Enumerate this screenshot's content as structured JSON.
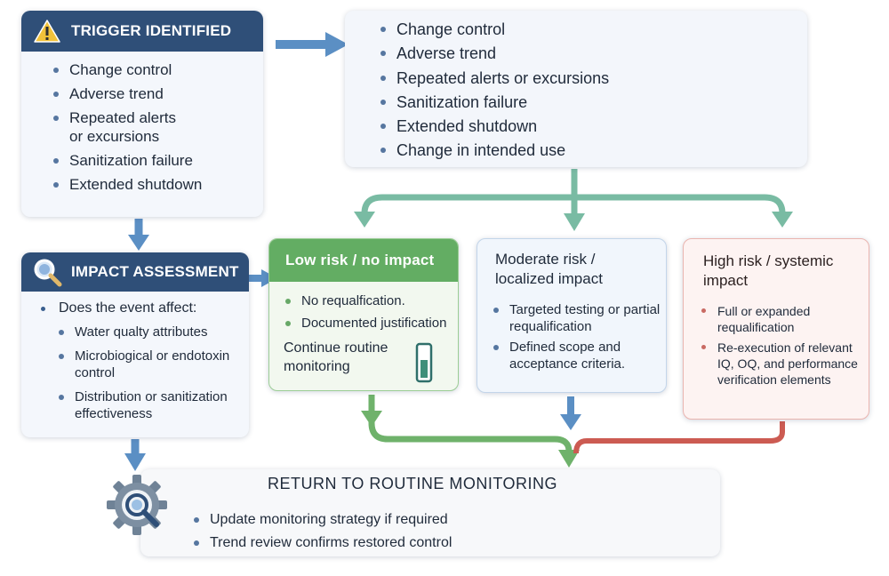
{
  "trigger": {
    "title": "TRIGGER IDENTIFIED",
    "icon": "warning-icon",
    "items": [
      "Change control",
      "Adverse trend",
      "Repeated alerts or excursions",
      "Sanitization failure",
      "Extended shutdown"
    ]
  },
  "trigger_list": {
    "items": [
      "Change control",
      "Adverse trend",
      "Repeated alerts or excursions",
      "Sanitization failure",
      "Extended shutdown",
      "Change in intended use"
    ]
  },
  "impact": {
    "title": "IMPACT ASSESSMENT",
    "icon": "magnifier-icon",
    "lead": "Does the event affect:",
    "items": [
      "Water qualty attributes",
      "Microbiogical or endotoxin control",
      "Distribution or sanitization effectiveness"
    ]
  },
  "low": {
    "title": "Low risk / no impact",
    "items": [
      "No requalfication.",
      "Documented justification"
    ],
    "continue": "Continue routine monitoring",
    "icon": "gauge-icon"
  },
  "moderate": {
    "title": "Moderate risk / localized impact",
    "items": [
      "Targeted testing or partial requalification",
      "Defined scope and acceptance criteria."
    ]
  },
  "high": {
    "title": "High risk / systemic impact",
    "items": [
      "Full or expanded requalification",
      "Re-execution of relevant IQ, OQ, and performance verification elements"
    ]
  },
  "return": {
    "title": "RETURN TO ROUTINE MONITORING",
    "icon": "gear-magnifier-icon",
    "items": [
      "Update monitoring strategy if required",
      "Trend review confirms restored control"
    ]
  },
  "colors": {
    "navy": "#2f4f78",
    "blue_arrow": "#5b8fc4",
    "green": "#63ad63",
    "red": "#cc5b52"
  }
}
